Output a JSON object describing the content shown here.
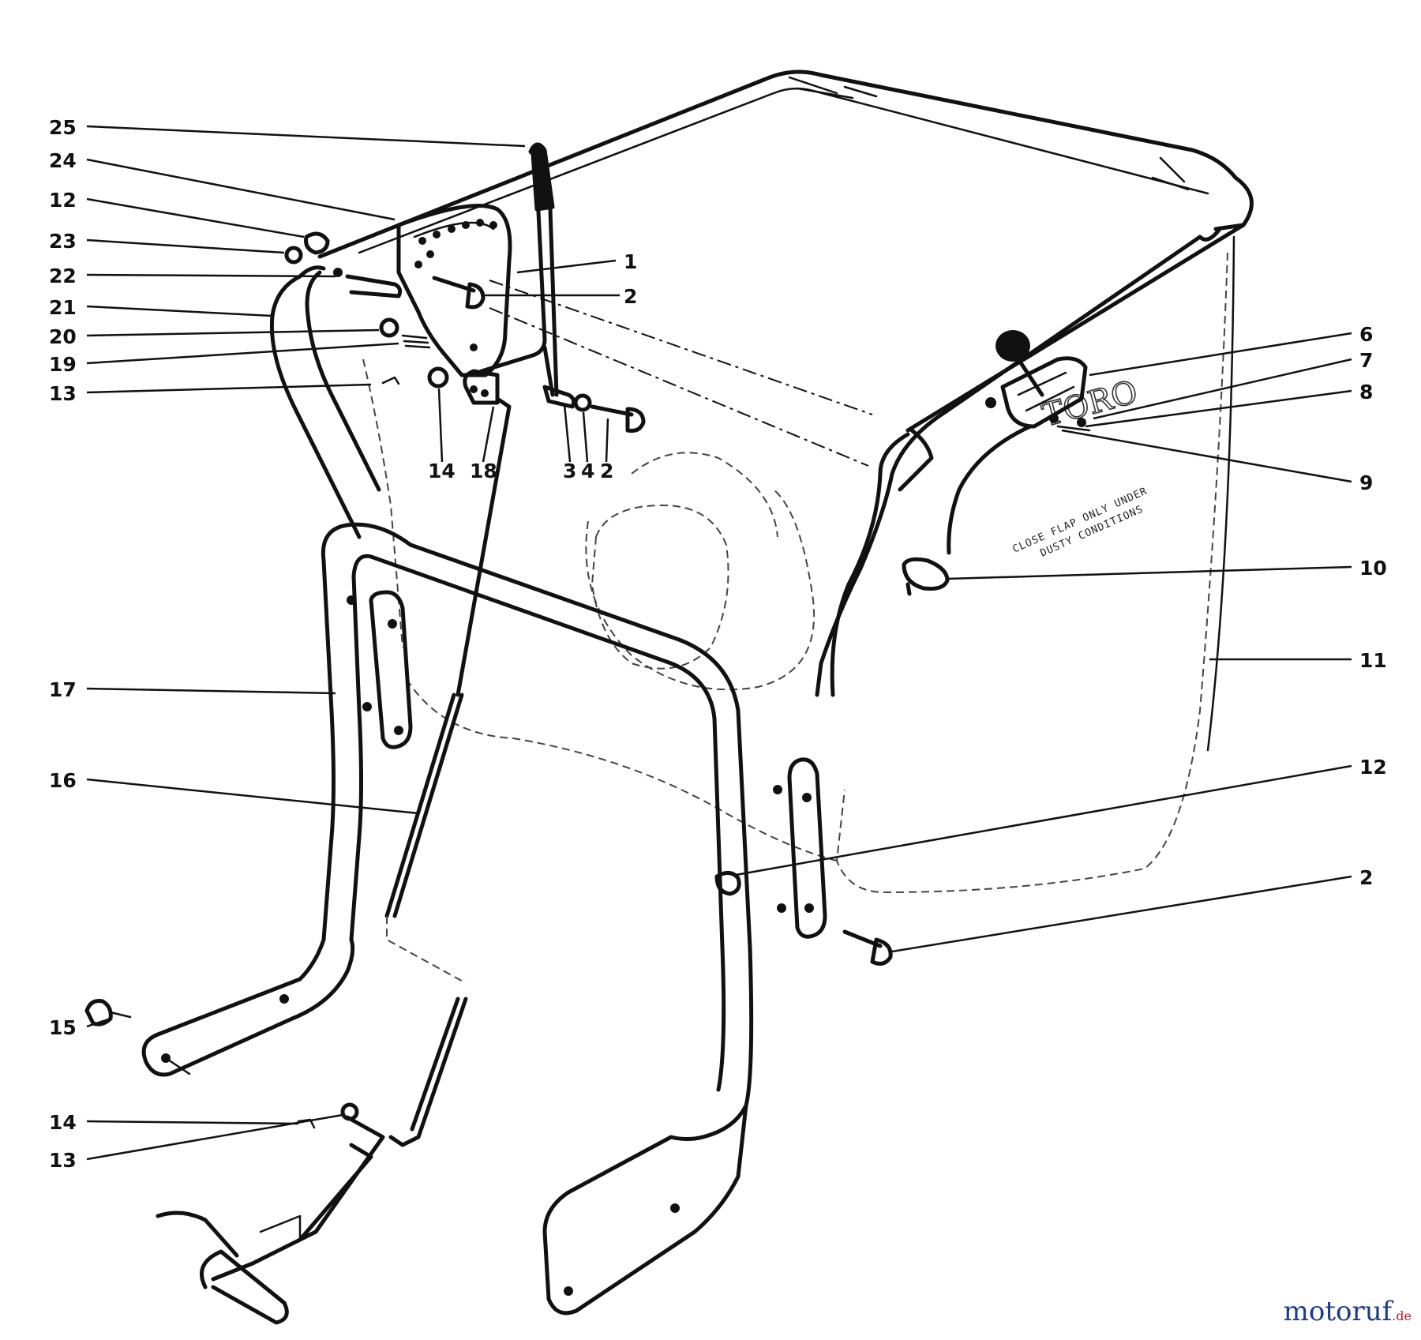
{
  "watermark": {
    "main": "motoruf",
    "suffix": ".de"
  },
  "bag_text": {
    "logo": "TORO",
    "line1": "CLOSE FLAP ONLY UNDER",
    "line2": "DUSTY CONDITIONS"
  },
  "callouts": [
    "25",
    "24",
    "12",
    "23",
    "22",
    "21",
    "20",
    "19",
    "13",
    "14",
    "18",
    "3",
    "4",
    "2",
    "1",
    "2",
    "6",
    "7",
    "8",
    "9",
    "10",
    "11",
    "17",
    "16",
    "12",
    "2",
    "15",
    "14",
    "13"
  ]
}
